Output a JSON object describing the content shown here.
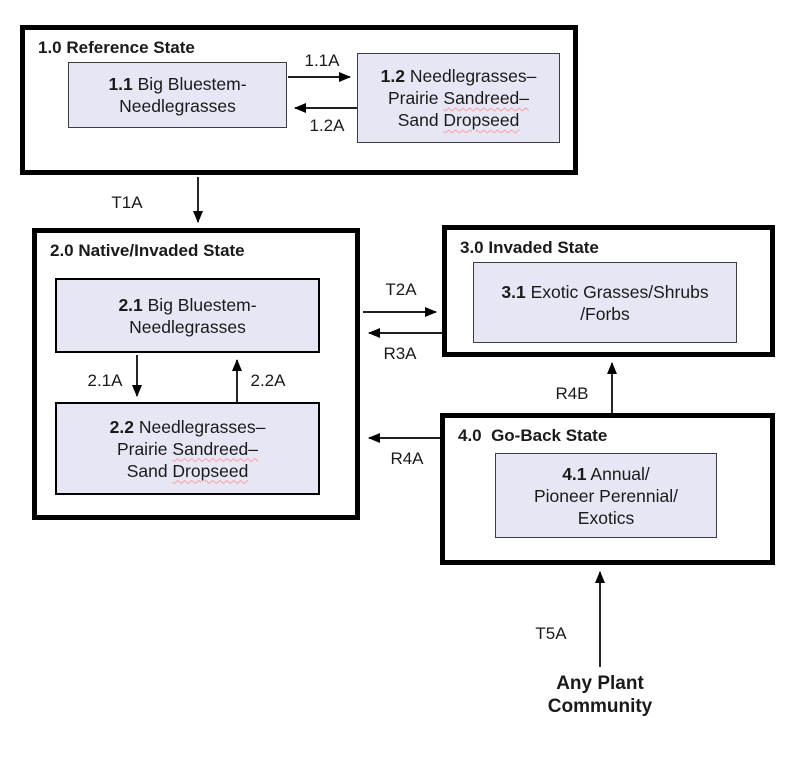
{
  "colors": {
    "community_fill": "#e6e6f5",
    "state_border": "#000000",
    "community_border_thin": "#3c3c46",
    "misspell_underline": "#ff9d9d"
  },
  "states": {
    "s1": {
      "title": "1.0 Reference State",
      "c11": {
        "num": "1.1",
        "line1": " Big Bluestem-",
        "line2": "Needlegrasses"
      },
      "c12": {
        "num": "1.2",
        "line1": " Needlegrasses–",
        "line2_plain": "Prairie ",
        "line2_miss": "Sandreed–",
        "line3_plain": "Sand ",
        "line3_miss": "Dropseed"
      }
    },
    "s2": {
      "title": "2.0 Native/Invaded State",
      "c21": {
        "num": "2.1",
        "line1": " Big Bluestem-",
        "line2": "Needlegrasses"
      },
      "c22": {
        "num": "2.2",
        "line1": " Needlegrasses–",
        "line2_plain": "Prairie ",
        "line2_miss": "Sandreed–",
        "line3_plain": "Sand ",
        "line3_miss": "Dropseed"
      }
    },
    "s3": {
      "title": "3.0 Invaded State",
      "c31": {
        "num": "3.1",
        "line1": " Exotic Grasses/Shrubs",
        "line2": "/Forbs"
      }
    },
    "s4": {
      "title": "4.0  Go-Back State",
      "c41": {
        "num": "4.1",
        "line1": " Annual/",
        "line2": "Pioneer Perennial/",
        "line3": "Exotics"
      }
    }
  },
  "pathways": {
    "p11a": "1.1A",
    "p12a": "1.2A",
    "p21a": "2.1A",
    "p22a": "2.2A"
  },
  "transitions": {
    "t1a": "T1A",
    "t2a": "T2A",
    "r3a": "R3A",
    "r4a": "R4A",
    "r4b": "R4B",
    "t5a": "T5A"
  },
  "footer": "Any Plant Community"
}
